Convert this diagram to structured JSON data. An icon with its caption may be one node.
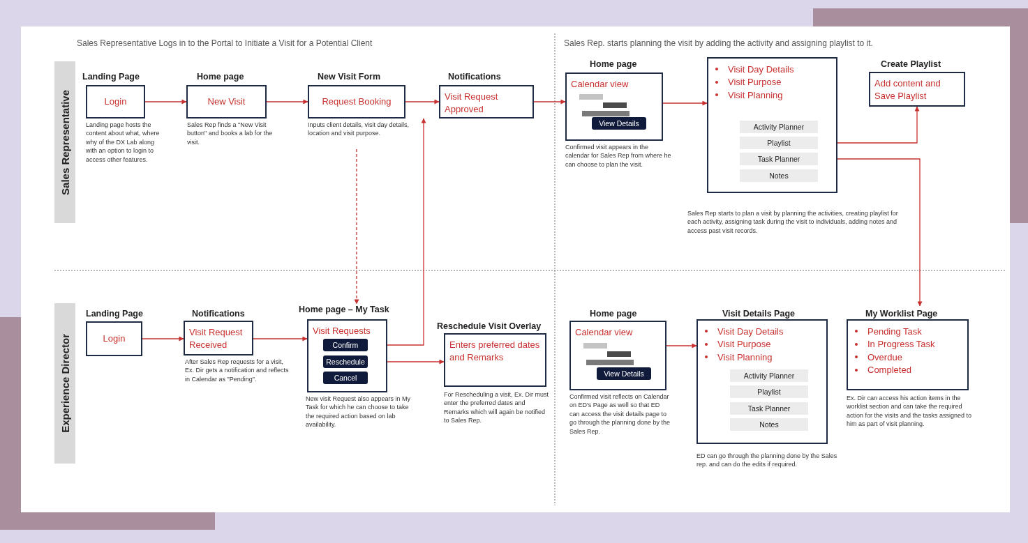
{
  "diagram": {
    "nodes": [
      {
        "text": [
          "Sales Representative"
        ]
      },
      {
        "text": [
          "Landing Page",
          "Login"
        ],
        "beside": [
          "Landing page hosts the content about what, where why of the DX Lab along with an option to login to access other features."
        ]
      },
      {
        "text": [
          "Home page",
          "New Visit"
        ],
        "beside": [
          "Sales Rep finds a \"New Visit button\"  and books a lab for the visit."
        ]
      },
      {
        "text": [
          "New Visit Form",
          "Request Booking"
        ],
        "beside": [
          "Inputs client details, visit day details, location and visit purpose."
        ]
      },
      {
        "text": [
          "Notifications",
          "Visit Request Approved"
        ]
      },
      {
        "text": [
          "Home page",
          "Calendar view"
        ],
        "beside": [
          "Confirmed visit appears in the calendar for Sales Rep from where he can choose to plan the visit."
        ]
      },
      {
        "text": [
          "View Details"
        ],
        "in": 5
      },
      {
        "text": [
          "Visit Day Details",
          "Visit Purpose",
          "Visit Planning"
        ],
        "beside": [
          "Sales Rep starts to plan a visit by planning the activities, creating playlist for each activity, assigning task during the visit to individuals, adding notes and access past visit records."
        ]
      },
      {
        "text": [
          "Activity Planner"
        ],
        "in": 7
      },
      {
        "text": [
          "Playlist"
        ],
        "in": 7
      },
      {
        "text": [
          "Task Planner"
        ],
        "in": 7
      },
      {
        "text": [
          "Notes"
        ],
        "in": 7
      },
      {
        "text": [
          "Create Playlist",
          "Add content and Save Playlist"
        ]
      },
      {
        "text": [
          "Experience Director"
        ]
      },
      {
        "text": [
          "Landing Page",
          "Login"
        ]
      },
      {
        "text": [
          "Notifications",
          "Visit Request Received"
        ],
        "beside": [
          "After Sales Rep requests for a visit, Ex. Dir gets a notification and reflects in Calendar as \"Pending\"."
        ]
      },
      {
        "text": [
          "Home page – My Task",
          "Visit Requests"
        ],
        "beside": [
          "New visit Request also appears in My Task for which he can choose to take the required action based on lab availability."
        ]
      },
      {
        "text": [
          "Confirm"
        ],
        "in": 16
      },
      {
        "text": [
          "Reschedule"
        ],
        "in": 16
      },
      {
        "text": [
          "Cancel"
        ],
        "in": 16
      },
      {
        "text": [
          "Reschedule Visit Overlay",
          "Enters preferred dates and Remarks"
        ],
        "beside": [
          "For Rescheduling a visit, Ex. Dir must enter the preferred dates and Remarks which will again be notified to Sales Rep."
        ]
      },
      {
        "text": [
          "Home page",
          "Calendar view"
        ],
        "beside": [
          "Confirmed visit reflects on Calendar on ED's Page as well so that ED can access the visit details page to go through the planning done by the Sales Rep."
        ]
      },
      {
        "text": [
          "View Details"
        ],
        "in": 21
      },
      {
        "text": [
          "Visit Details Page",
          "Visit Day Details",
          "Visit Purpose",
          "Visit Planning"
        ],
        "beside": [
          "ED can go through the planning done by the Sales rep. and can do the edits if required."
        ]
      },
      {
        "text": [
          "Activity Planner"
        ],
        "in": 23
      },
      {
        "text": [
          "Playlist"
        ],
        "in": 23
      },
      {
        "text": [
          "Task Planner"
        ],
        "in": 23
      },
      {
        "text": [
          "Notes"
        ],
        "in": 23
      },
      {
        "text": [
          "My Worklist Page",
          "Pending Task",
          "In Progress Task",
          "Overdue",
          "Completed"
        ],
        "beside": [
          "Ex. Dir can access his action items in the worklist section and can take the required action for the visits and the tasks assigned to him as part of visit planning."
        ]
      }
    ],
    "edges": [
      {
        "from": 1,
        "to": 2,
        "arrow": "to"
      },
      {
        "from": 2,
        "to": 3,
        "arrow": "to"
      },
      {
        "from": 3,
        "to": 4,
        "arrow": "to"
      },
      {
        "from": 4,
        "to": 5,
        "arrow": "to"
      },
      {
        "from": 5,
        "to": 7,
        "arrow": "to"
      },
      {
        "from": 9,
        "to": 12,
        "arrow": "to"
      },
      {
        "from": 10,
        "to": 28,
        "arrow": "to"
      },
      {
        "from": 3,
        "to": 16,
        "arrow": "to",
        "style": "dashed"
      },
      {
        "from": 17,
        "to": 4,
        "arrow": "to"
      },
      {
        "from": 14,
        "to": 15,
        "arrow": "to"
      },
      {
        "from": 15,
        "to": 16,
        "arrow": "to"
      },
      {
        "from": 18,
        "to": 20,
        "arrow": "to"
      },
      {
        "from": 21,
        "to": 23,
        "arrow": "to"
      }
    ],
    "labels": [
      "Sales Representative Logs in to the Portal to Initiate a Visit for a Potential Client",
      "Sales Rep. starts planning the visit by adding the activity and assigning playlist to it."
    ]
  }
}
